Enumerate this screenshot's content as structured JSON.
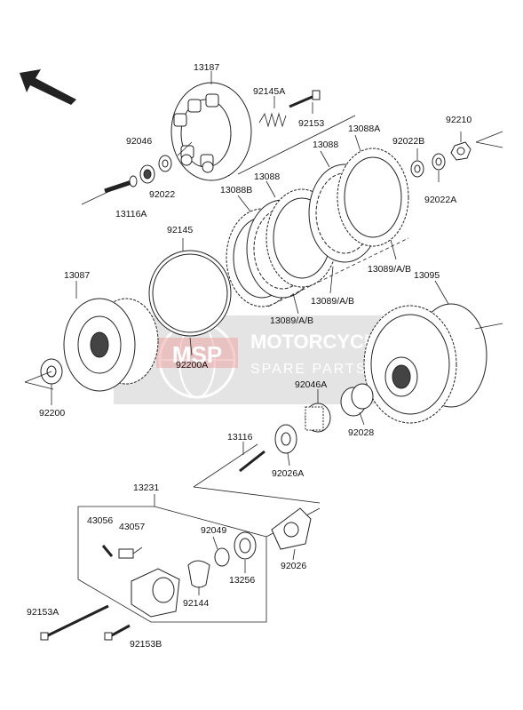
{
  "labels": {
    "p13187": "13187",
    "p92145A": "92145A",
    "p92153": "92153",
    "p92046": "92046",
    "p92022": "92022",
    "p13116A": "13116A",
    "p13088A": "13088A",
    "p13088": "13088",
    "p13088b_top": "13088",
    "p92022B": "92022B",
    "p92210": "92210",
    "p92022A": "92022A",
    "p13088B": "13088B",
    "p92145": "92145",
    "p13089_1": "13089/A/B",
    "p13089_2": "13089/A/B",
    "p13089_3": "13089/A/B",
    "p13087": "13087",
    "p13095": "13095",
    "p92200A": "92200A",
    "p92200": "92200",
    "p92046A": "92046A",
    "p92028": "92028",
    "p13116": "13116",
    "p92026A": "92026A",
    "p13231": "13231",
    "p43056": "43056",
    "p43057": "43057",
    "p92049": "92049",
    "p92026": "92026",
    "p13256": "13256",
    "p92144": "92144",
    "p92153A": "92153A",
    "p92153B": "92153B"
  },
  "watermark": {
    "logo_text": "MSP",
    "line1": "MOTORCYCLE",
    "line2": "SPARE PARTS"
  },
  "colors": {
    "line": "#222222",
    "background": "#ffffff",
    "watermark": "#d9d9d9"
  }
}
